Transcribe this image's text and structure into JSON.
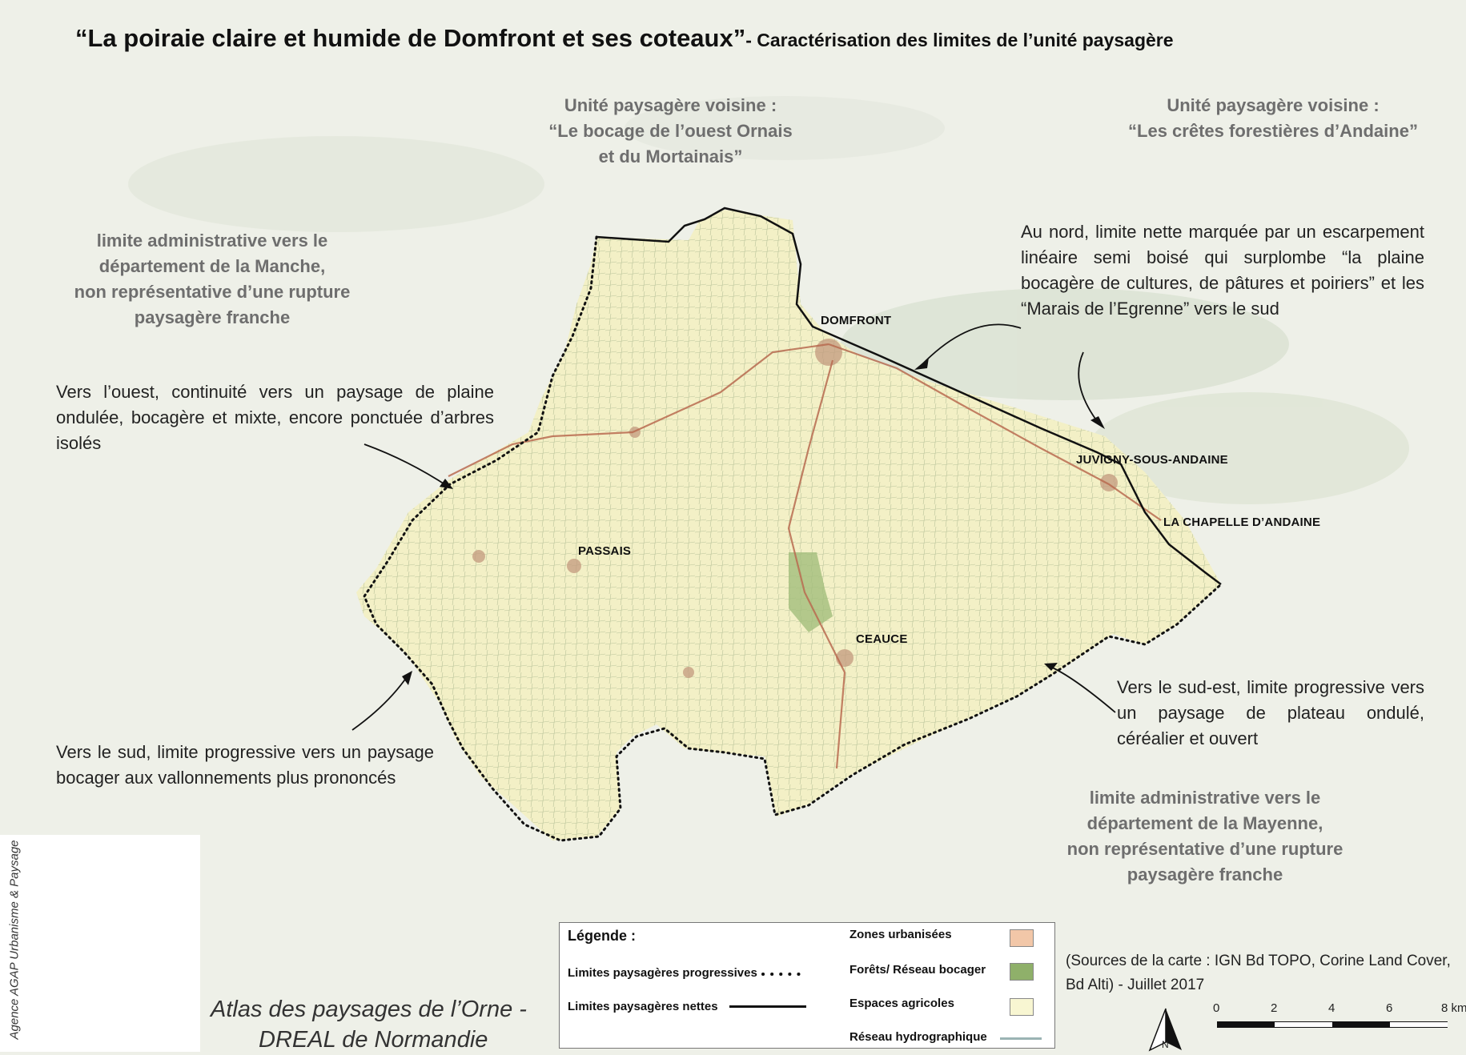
{
  "title": {
    "main": "“La poiraie claire et humide de Domfront et ses coteaux”",
    "sub": "- Caractérisation des limites de l’unité paysagère"
  },
  "neighbors": {
    "west": {
      "line1": "Unité paysagère voisine :",
      "line2": "“Le bocage de l’ouest Ornais",
      "line3": "et du Mortainais”"
    },
    "east": {
      "line1": "Unité paysagère voisine :",
      "line2": "“Les crêtes forestières d’Andaine”"
    }
  },
  "limits": {
    "manche": [
      "limite administrative vers le",
      "département de la Manche,",
      "non représentative d’une rupture",
      "paysagère franche"
    ],
    "mayenne": [
      "limite administrative vers le",
      "département de la Mayenne,",
      "non représentative d’une rupture",
      "paysagère franche"
    ]
  },
  "notes": {
    "north": "Au nord, limite nette marquée par un escarpement linéaire semi boisé qui surplombe “la plaine bocagère de cultures, de pâtures et poiriers” et les “Marais de l’Egrenne” vers le sud",
    "west": "Vers l’ouest, continuité vers un paysage de plaine ondulée, bocagère et mixte, encore ponctuée d’arbres isolés",
    "south": "Vers le sud, limite progressive vers un paysage bocager aux vallonnements plus prononcés",
    "southeast": "Vers le sud-est, limite progressive vers un paysage de plateau ondulé, céréalier et ouvert"
  },
  "places": {
    "domfront": "DOMFRONT",
    "juvigny": "JUVIGNY-SOUS-ANDAINE",
    "chapelle": "LA CHAPELLE D’ANDAINE",
    "passais": "PASSAIS",
    "ceauce": "CEAUCE"
  },
  "legend": {
    "heading": "Légende :",
    "progressive": "Limites paysagères progressives",
    "nettes": "Limites paysagères nettes",
    "urban": "Zones urbanisées",
    "forest": "Forêts/ Réseau bocager",
    "agri": "Espaces agricoles",
    "hydro": "Réseau hydrographique",
    "colors": {
      "urban": "#f2c7a8",
      "forest": "#8fb06a",
      "agri": "#f8f6d2",
      "hydro": "#9bb4b4"
    }
  },
  "sources": "(Sources de la carte : IGN Bd TOPO, Corine Land Cover, Bd Alti) - Juillet 2017",
  "credit": {
    "line1": "Atlas des paysages de l’Orne -",
    "line2": "DREAL de Normandie"
  },
  "agency": "Agence AGAP Urbanisme & Paysage",
  "scale": {
    "ticks": [
      "0",
      "2",
      "4",
      "6",
      "8 km"
    ],
    "north": "N"
  }
}
